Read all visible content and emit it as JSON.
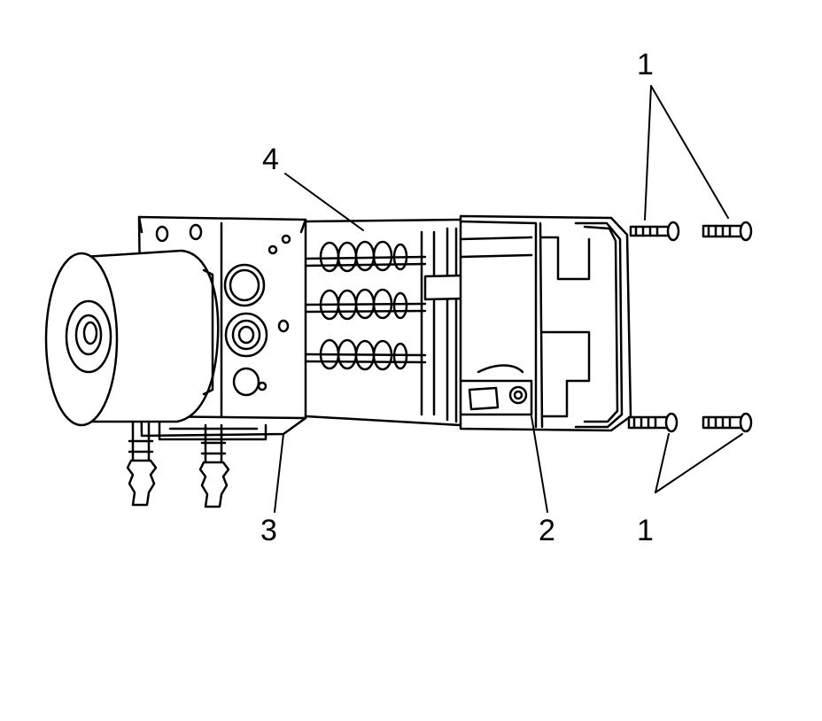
{
  "callouts": {
    "bolts_top": "1",
    "bolts_bottom": "1",
    "control_module": "2",
    "modulator": "3",
    "seals": "4"
  }
}
